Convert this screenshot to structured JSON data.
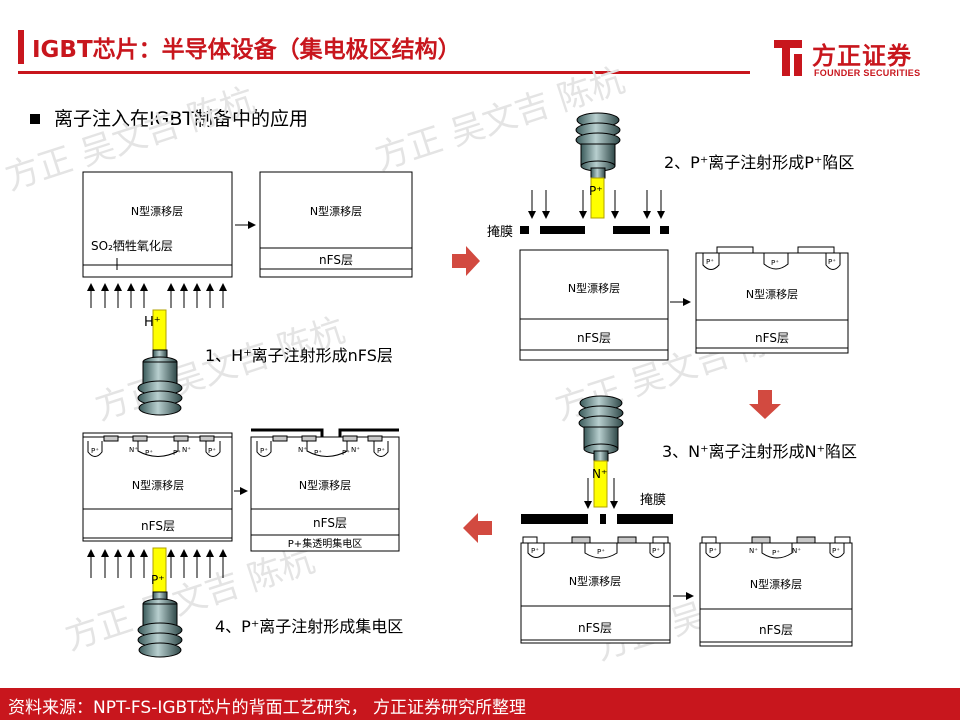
{
  "header": {
    "title": "IGBT芯片：半导体设备（集电极区结构）",
    "logo_cn": "方正证券",
    "logo_en": "FOUNDER SECURITIES"
  },
  "subtitle": "离子注入在IGBT制备中的应用",
  "watermark": "方正 吴文吉 陈杭",
  "colors": {
    "accent": "#c8161d",
    "beam": "#ffff00",
    "arrow": "#d24a40"
  },
  "labels": {
    "drift": "N型漂移层",
    "nfs": "nFS层",
    "oxide": "SO₂牺牲氧化层",
    "mask": "掩膜",
    "collector": "P+集透明集电区",
    "p_plus": "P⁺",
    "n_plus": "N⁺",
    "h_plus": "H⁺"
  },
  "steps": {
    "s1": "1、H⁺离子注射形成nFS层",
    "s2": "2、P⁺离子注射形成P⁺陷区",
    "s3": "3、N⁺离子注射形成N⁺陷区",
    "s4": "4、P⁺离子注射形成集电区"
  },
  "footer": {
    "source": "资料来源：NPT-FS-IGBT芯片的背面工艺研究， 方正证券研究所整理"
  }
}
